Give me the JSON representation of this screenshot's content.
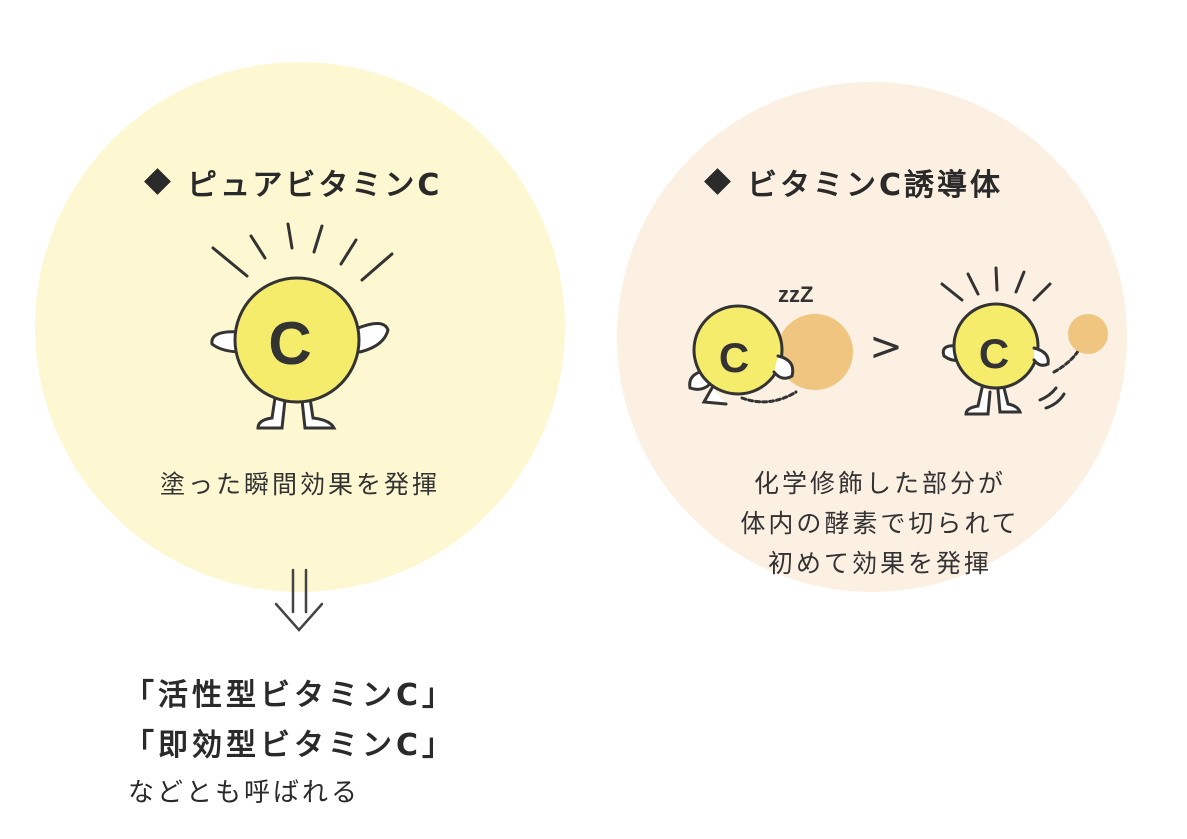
{
  "pure": {
    "heading": "ピュアビタミンC",
    "mascot_letter": "C",
    "caption": "塗った瞬間効果を発揮",
    "arrow_icon": "double-down-arrow"
  },
  "derivative": {
    "heading": "ビタミンC誘導体",
    "sleep_text": "zzZ",
    "compare_symbol": ">",
    "mascot_letter": "C",
    "caption_lines": [
      "化学修飾した部分が",
      "体内の酵素で切られて",
      "初めて効果を発揮"
    ]
  },
  "bottom": {
    "line1": "「活性型ビタミンC」",
    "line2": "「即効型ビタミンC」",
    "line3": "などとも呼ばれる"
  },
  "colors": {
    "pure_circle": "#fdf8d2",
    "derivative_circle": "#fbf0e2",
    "mascot_yellow": "#f6ec6b",
    "ball_orange": "#f0c57f",
    "outline": "#333333"
  }
}
